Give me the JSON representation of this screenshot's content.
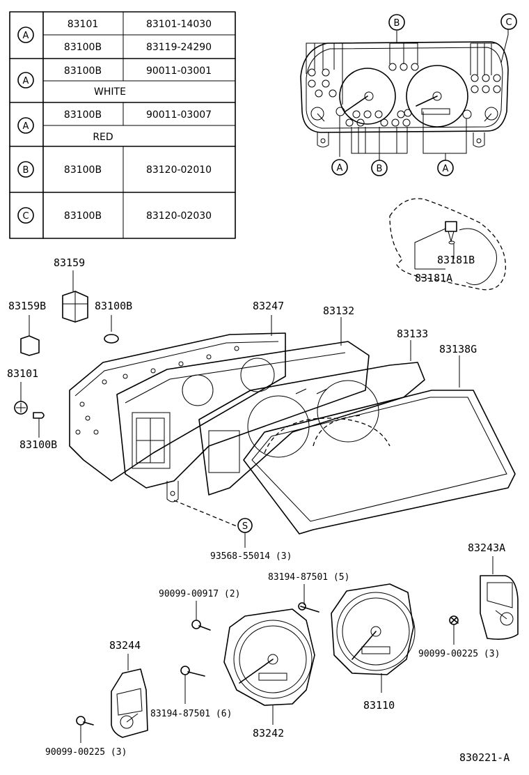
{
  "table": {
    "rows": [
      {
        "marker": "A",
        "pairs": [
          [
            "83101",
            "83101-14030"
          ],
          [
            "83100B",
            "83119-24290"
          ]
        ]
      },
      {
        "marker": "A",
        "pairs": [
          [
            "83100B",
            "90011-03001"
          ]
        ],
        "note": "WHITE"
      },
      {
        "marker": "A",
        "pairs": [
          [
            "83100B",
            "90011-03007"
          ]
        ],
        "note": "RED"
      },
      {
        "marker": "B",
        "pairs": [
          [
            "83100B",
            "83120-02010"
          ]
        ]
      },
      {
        "marker": "C",
        "pairs": [
          [
            "83100B",
            "83120-02030"
          ]
        ]
      }
    ]
  },
  "callouts": {
    "top_b": "B",
    "top_c": "C",
    "bottom_a1": "A",
    "bottom_b": "B",
    "bottom_a2": "A",
    "screw_s": "S"
  },
  "labels": {
    "p83181b": "83181B",
    "p83181a": "83181A",
    "p83159": "83159",
    "p83159b": "83159B",
    "p83100b_top": "83100B",
    "p83101": "83101",
    "p83100b_left": "83100B",
    "p83247": "83247",
    "p83132": "83132",
    "p83133": "83133",
    "p83138g": "83138G",
    "p93568": "93568-55014 (3)",
    "p83243a": "83243A",
    "p83194_top": "83194-87501 (5)",
    "p90099_00917": "90099-00917 (2)",
    "p90099_right": "90099-00225 (3)",
    "p83244": "83244",
    "p83194_bottom": "83194-87501 (6)",
    "p83242": "83242",
    "p83110": "83110",
    "p90099_left": "90099-00225 (3)",
    "diagram_id": "830221-A"
  }
}
